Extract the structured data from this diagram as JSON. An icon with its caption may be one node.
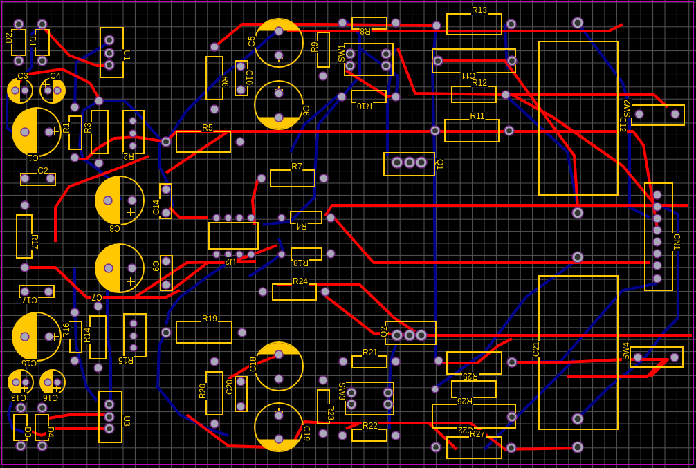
{
  "diagram": {
    "labels": [
      "D2",
      "D1",
      "U1",
      "C3",
      "C4",
      "C1",
      "R1",
      "R3",
      "R2",
      "C2",
      "R6",
      "C10",
      "C5",
      "C6",
      "R5",
      "R9",
      "SW1",
      "R8",
      "R10",
      "R7",
      "Q1",
      "R13",
      "C11",
      "R12",
      "R11",
      "C12",
      "SW2",
      "C14",
      "C8",
      "U2",
      "R4",
      "R18",
      "R17",
      "C7",
      "C9",
      "CN1",
      "C17",
      "R24",
      "C15",
      "R16",
      "R14",
      "R15",
      "R19",
      "Q2",
      "C21",
      "SW4",
      "C18",
      "R20",
      "C20",
      "R21",
      "SW3",
      "R23",
      "R22",
      "C19",
      "C13",
      "C16",
      "D3",
      "D4",
      "U3",
      "R25",
      "R26",
      "C22",
      "R27"
    ]
  }
}
